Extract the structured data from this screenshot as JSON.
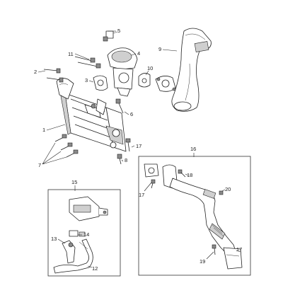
{
  "callouts": {
    "c1": "1",
    "c2": "2",
    "c3": "3",
    "c4": "4",
    "c5": "5",
    "c6": "6",
    "c7": "7",
    "c8": "8",
    "c9": "9",
    "c10": "10",
    "c11": "11",
    "c13": "13",
    "c12": "12",
    "c14": "14",
    "c15": "15",
    "c16": "16",
    "c17a": "17",
    "c17b": "17",
    "c17c": "17",
    "c18": "18",
    "c19": "19",
    "c20": "20"
  },
  "colors": {
    "line": "#222222",
    "shade": "#cfcfcf",
    "dark": "#8a8a8a",
    "background": "#ffffff"
  }
}
